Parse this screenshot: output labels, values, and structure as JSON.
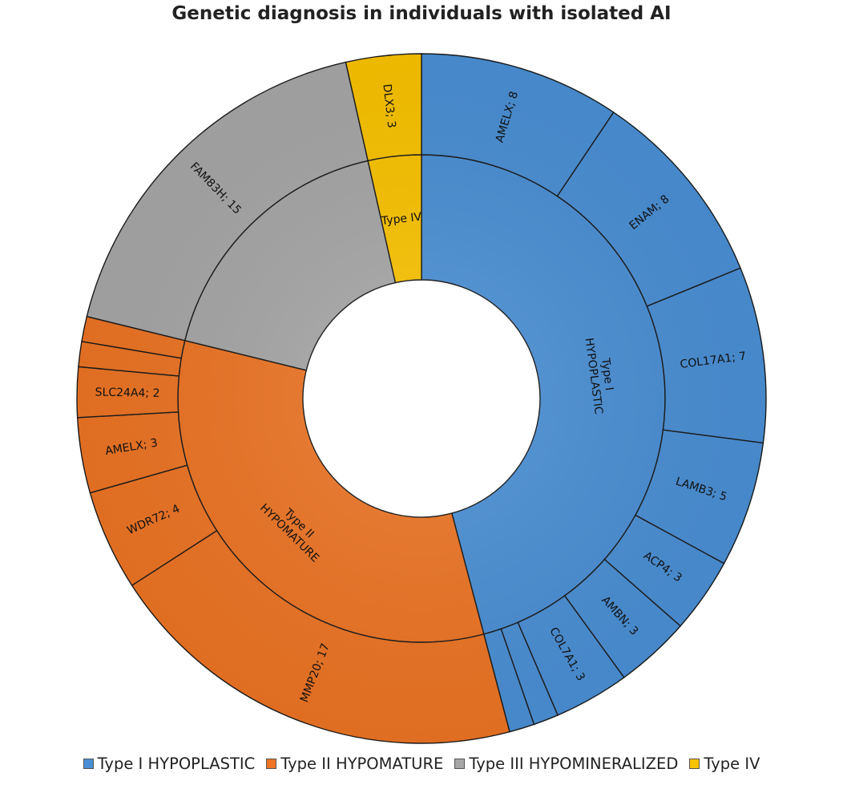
{
  "chart_data": {
    "type": "sunburst",
    "title": "Genetic diagnosis in individuals with isolated AI",
    "categories": [
      {
        "name": "Type I HYPOPLASTIC",
        "label": "Type I\nHYPOPLASTIC",
        "color": "#4a8fd4",
        "children": [
          {
            "label": "AMELX; 8",
            "value": 8
          },
          {
            "label": "ENAM; 8",
            "value": 8
          },
          {
            "label": "COL17A1; 7",
            "value": 7
          },
          {
            "label": "LAMB3; 5",
            "value": 5
          },
          {
            "label": "ACP4; 3",
            "value": 3
          },
          {
            "label": "AMBN; 3",
            "value": 3
          },
          {
            "label": "COL7A1; 3",
            "value": 3
          },
          {
            "label": "",
            "value": 1
          },
          {
            "label": "",
            "value": 1
          }
        ]
      },
      {
        "name": "Type II HYPOMATURE",
        "label": "Type II\nHYPOMATURE",
        "color": "#ec7424",
        "children": [
          {
            "label": "MMP20; 17",
            "value": 17
          },
          {
            "label": "WDR72; 4",
            "value": 4
          },
          {
            "label": "AMELX; 3",
            "value": 3
          },
          {
            "label": "SLC24A4; 2",
            "value": 2
          },
          {
            "label": "",
            "value": 1
          },
          {
            "label": "",
            "value": 1
          }
        ]
      },
      {
        "name": "Type III HYPOMINERALIZED",
        "label": "",
        "color": "#a6a6a6",
        "children": [
          {
            "label": "FAM83H; 15",
            "value": 15
          }
        ]
      },
      {
        "name": "Type IV",
        "label": "Type IV",
        "color": "#f9c200",
        "children": [
          {
            "label": "DLX3; 3",
            "value": 3
          }
        ]
      }
    ],
    "legend": {
      "position": "bottom",
      "entries": [
        "Type I HYPOPLASTIC",
        "Type II HYPOMATURE",
        "Type III HYPOMINERALIZED",
        "Type IV"
      ]
    }
  }
}
